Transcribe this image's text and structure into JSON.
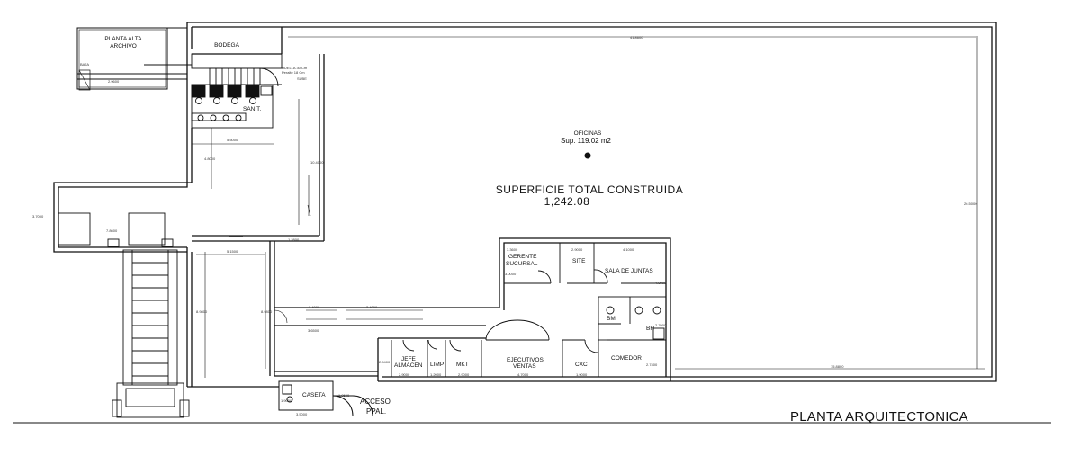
{
  "drawing_title": "PLANTA ARQUITECTONICA",
  "totals": {
    "label": "SUPERFICIE TOTAL CONSTRUIDA",
    "value": "1,242.08"
  },
  "office_area": {
    "name": "OFICINAS",
    "area": "Sup. 119.02 m2"
  },
  "rooms": {
    "planta_alta_1": "PLANTA ALTA",
    "planta_alta_2": "ARCHIVO",
    "bodega": "BODEGA",
    "sanit": "SANIT.",
    "gerente_1": "GERENTE",
    "gerente_2": "SUCURSAL",
    "site": "SITE",
    "sala_juntas": "SALA DE JUNTAS",
    "bm": "BM",
    "bh": "BH",
    "jefe_1": "JEFE",
    "jefe_2": "ALMACEN",
    "limp": "LIMP",
    "mkt": "MKT",
    "ejecutivos_1": "EJECUTIVOS",
    "ejecutivos_2": "VENTAS",
    "cxc": "CXC",
    "comedor": "COMEDOR",
    "caseta": "CASETA",
    "acceso_1": "ACCESO",
    "acceso_2": "PPAL."
  },
  "annotations": {
    "baja": "BAJA",
    "huella": "HUELLA 30 Cm",
    "peralte": "Peralte 18 Cm",
    "sube": "SUBE"
  },
  "dimensions": {
    "top_length": "41.8600",
    "right_height": "26.5000",
    "bottom_right": "15.8800",
    "arch_h": "2.9600",
    "sanit_w": "5.5000",
    "sanit_h": "4.8000",
    "left_tower": "3.7000",
    "left_low": "7.8600",
    "mid_w": "5.1500",
    "mid_h": "8.9800",
    "ramp_len": "10.4000",
    "ramp_small": "1.2800",
    "hall_len": "3.6500",
    "hall_small": "2.4000",
    "gerente_w": "3.3600",
    "site_w": "2.9000",
    "sala_w": "4.1000",
    "gerente_h": "3.0000",
    "sala_h": "4.8000",
    "bh_w": "2.7000",
    "jefe_w": "2.9000",
    "limp_w": "1.2000",
    "mkt_w": "2.9000",
    "ventas_w": "4.7000",
    "cxc_w": "1.9000",
    "comedor_h": "2.7400",
    "jefe_h": "2.9400",
    "caseta_w": "3.5000",
    "caseta_h": "1.9000",
    "stair_ext": "1.8600"
  }
}
